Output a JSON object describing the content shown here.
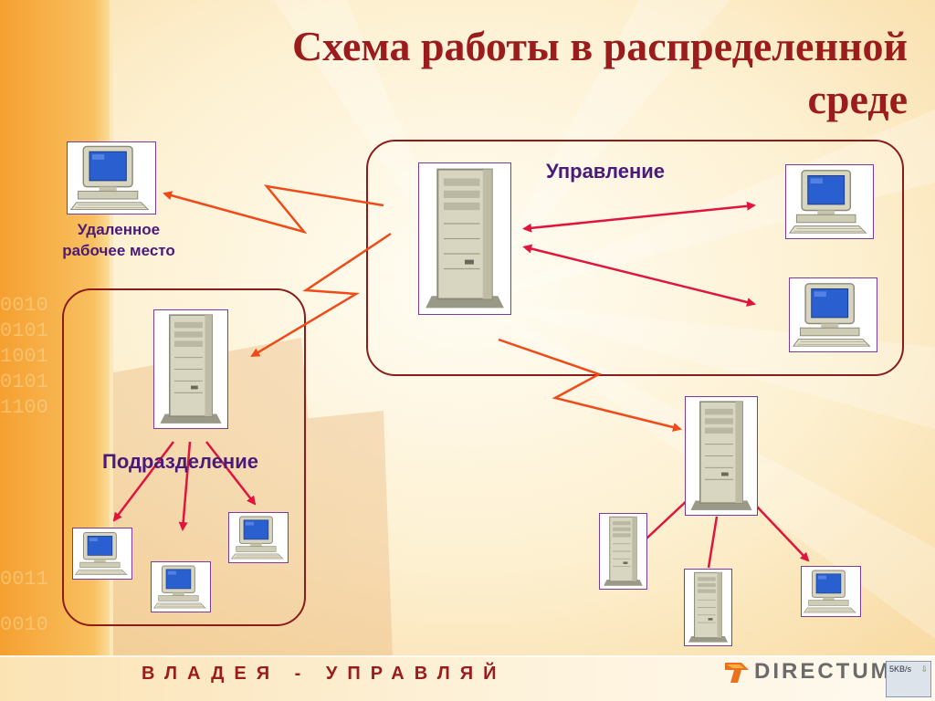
{
  "slide": {
    "title_line1": "Схема работы в распределенной",
    "title_line2": "среде"
  },
  "labels": {
    "management": "Управление",
    "division": "Подразделение",
    "remote_line1": "Удаленное",
    "remote_line2": "рабочее место"
  },
  "footer": {
    "motto": "ВЛАДЕЯ - УПРАВЛЯЙ",
    "logo_text": "DIRECTUM"
  },
  "widget": {
    "rate": "5KB/s",
    "arrow": "⇩"
  },
  "colors": {
    "title": "#9b1c1c",
    "label": "#4a1a7a",
    "group_border": "#8a1c1c",
    "link_lan": "#e0143c",
    "link_wan": "#f04a18",
    "device_border": "#7c3a9a"
  }
}
